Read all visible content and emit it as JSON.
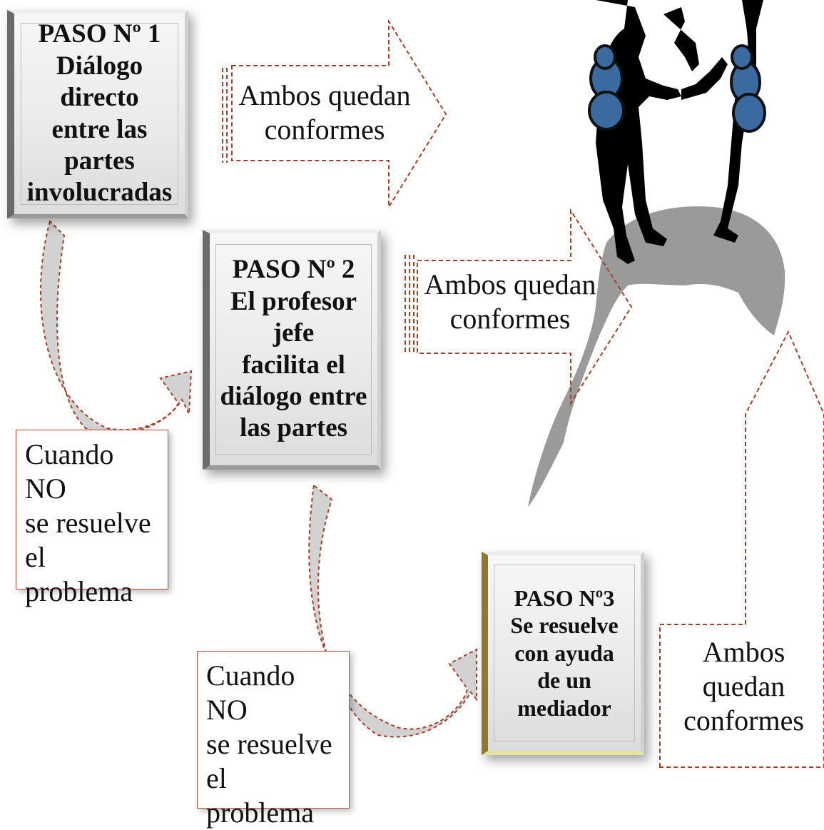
{
  "steps": [
    {
      "title": "PASO Nº 1",
      "lines": [
        "Diálogo directo",
        "entre las partes",
        "involucradas"
      ]
    },
    {
      "title": "PASO Nº 2",
      "lines": [
        "El profesor jefe",
        "facilita el",
        "diálogo entre",
        "las partes"
      ]
    },
    {
      "title": "PASO Nº3",
      "lines": [
        "Se resuelve",
        "con ayuda",
        "de un",
        "mediador"
      ]
    }
  ],
  "outcomes": [
    {
      "lines": [
        "Ambos quedan",
        "conformes"
      ]
    },
    {
      "lines": [
        "Ambos quedan",
        "conformes"
      ]
    },
    {
      "lines": [
        "Ambos",
        "quedan",
        "conformes"
      ]
    }
  ],
  "callouts": [
    {
      "lines": [
        "Cuando NO",
        "se resuelve",
        "el problema"
      ]
    },
    {
      "lines": [
        "Cuando NO",
        "se resuelve",
        "el problema"
      ]
    }
  ],
  "colors": {
    "arrow_stroke": "#a0412d",
    "figure": "#000000",
    "backpack": "#3a6aa0",
    "hill": "#9a9a9a"
  }
}
